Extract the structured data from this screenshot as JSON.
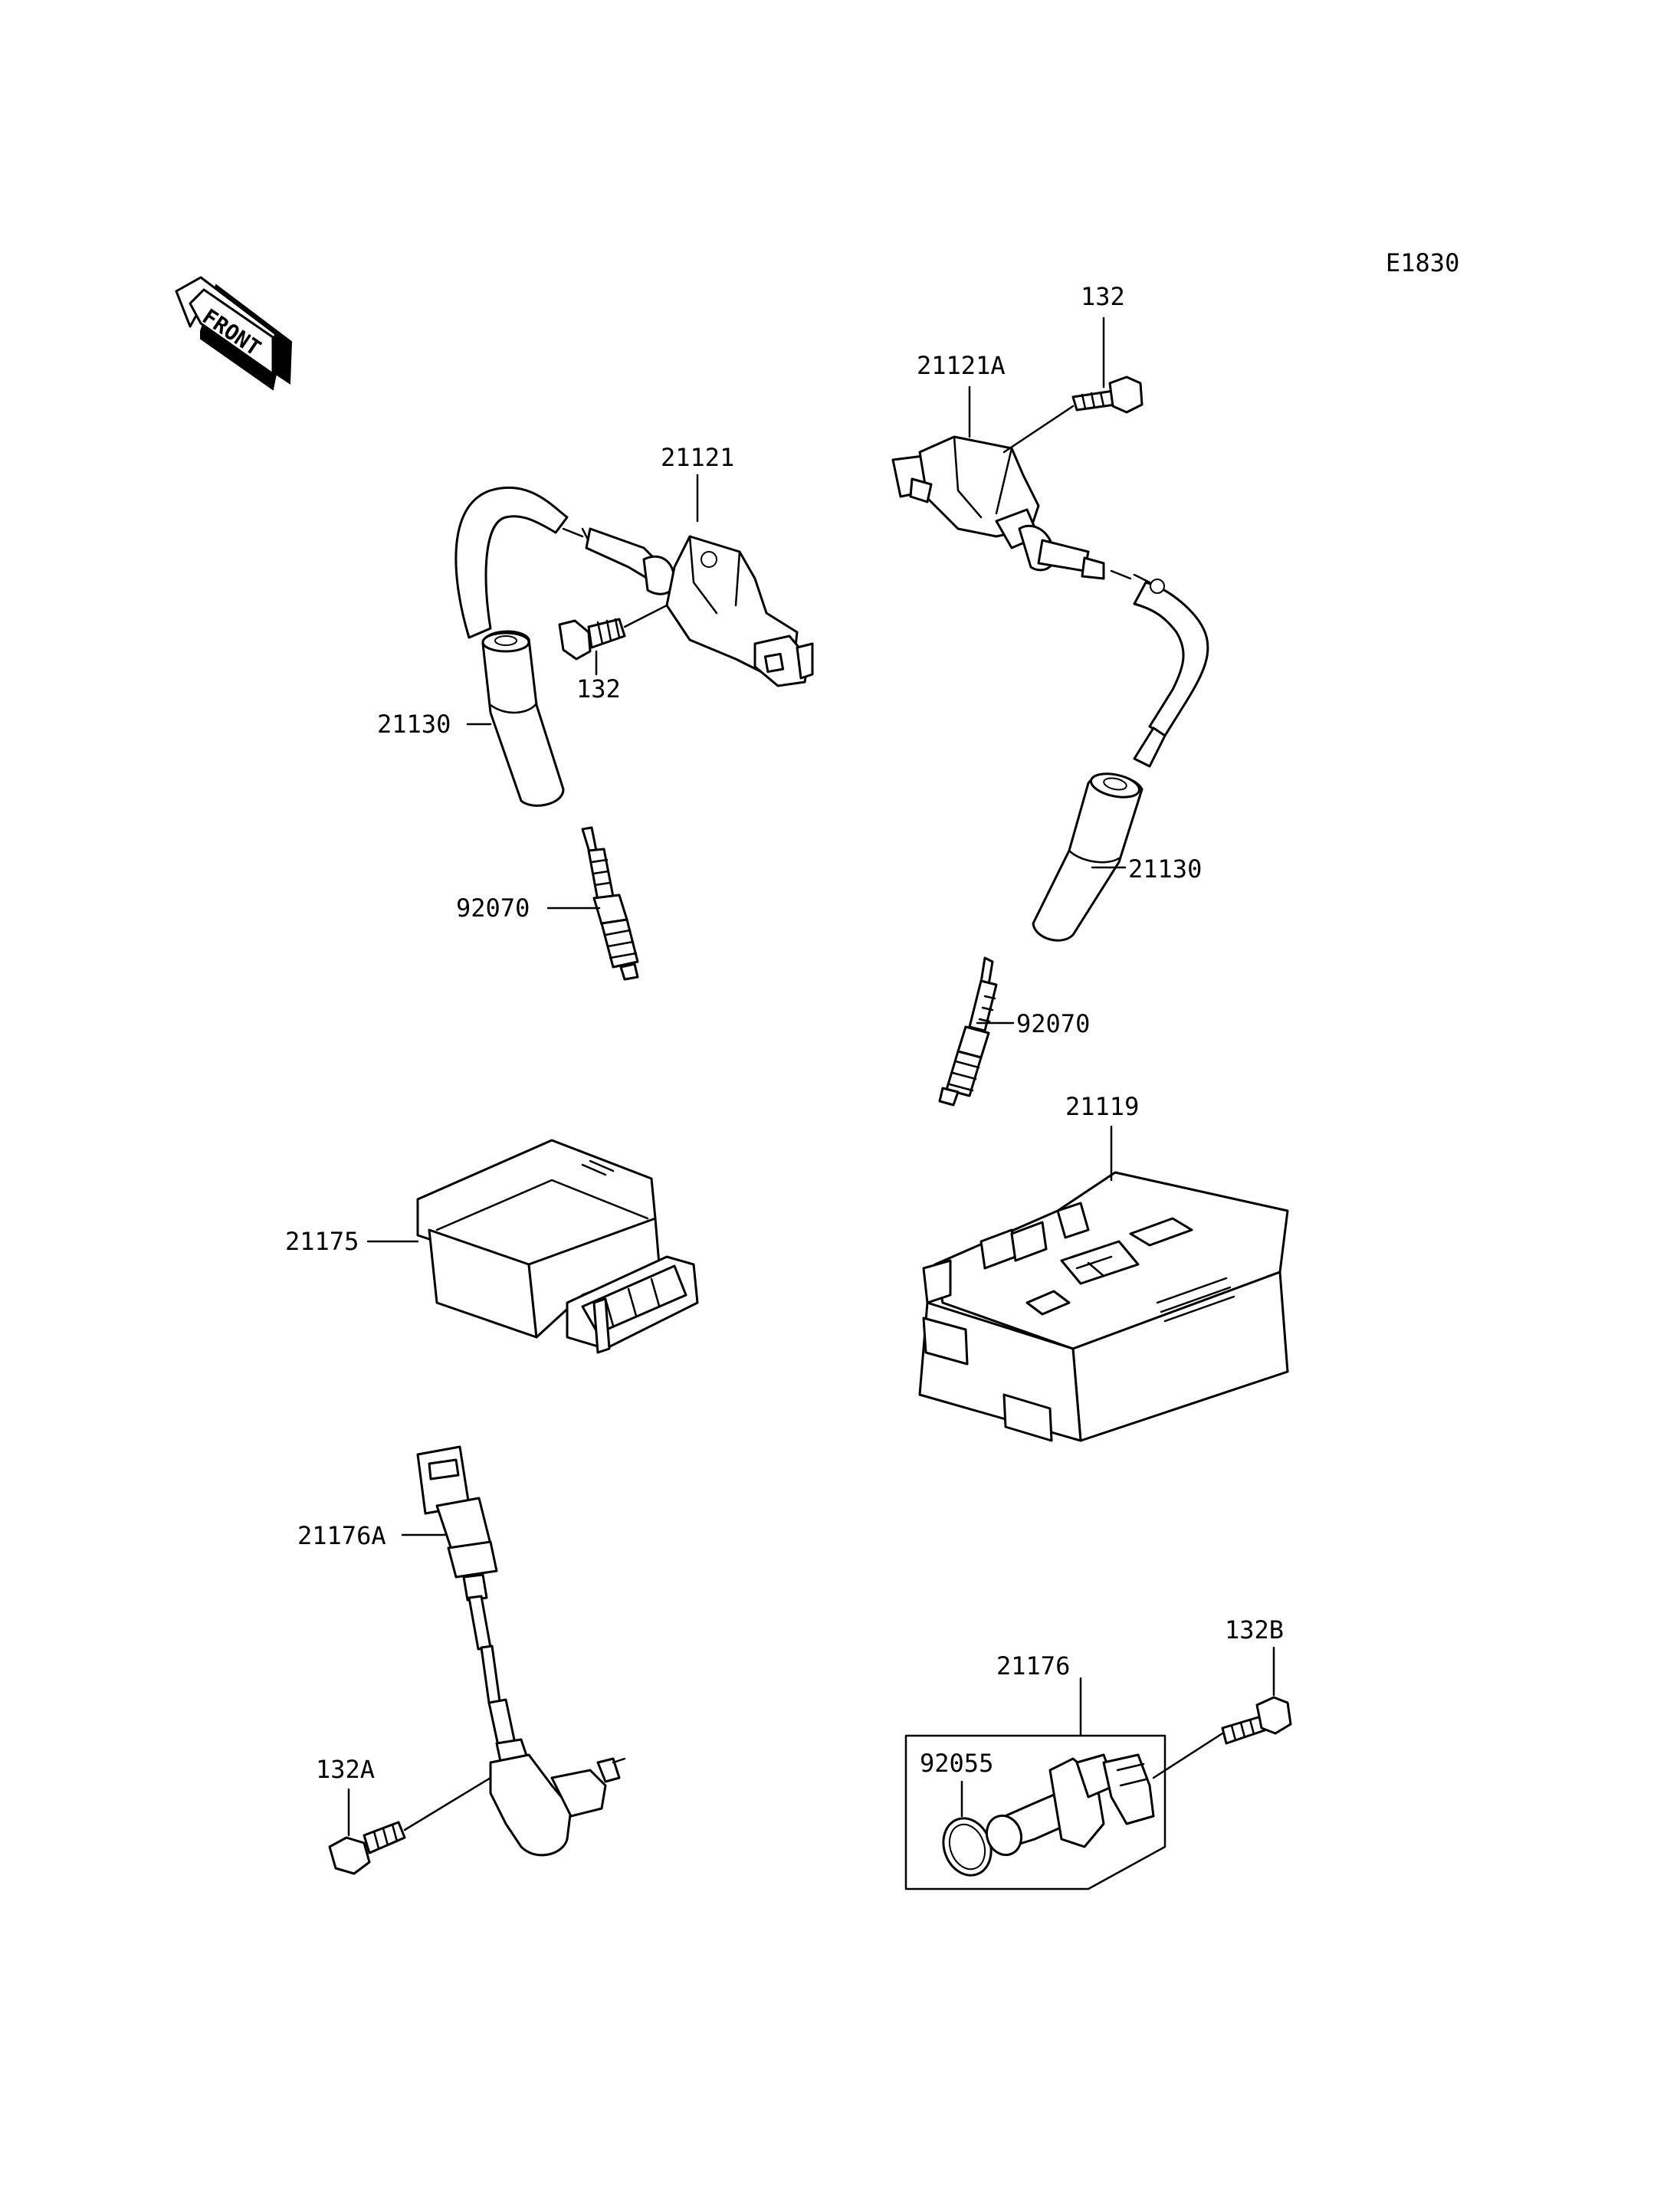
{
  "diagram_code": "E1830",
  "front_label": "FRONT",
  "labels": {
    "p21121": "21121",
    "p21121a": "21121A",
    "p132_top": "132",
    "p132_left": "132",
    "p21130_left": "21130",
    "p21130_right": "21130",
    "p92070_left": "92070",
    "p92070_right": "92070",
    "p21119": "21119",
    "p21175": "21175",
    "p21176a": "21176A",
    "p132a": "132A",
    "p21176": "21176",
    "p132b": "132B",
    "p92055": "92055"
  }
}
